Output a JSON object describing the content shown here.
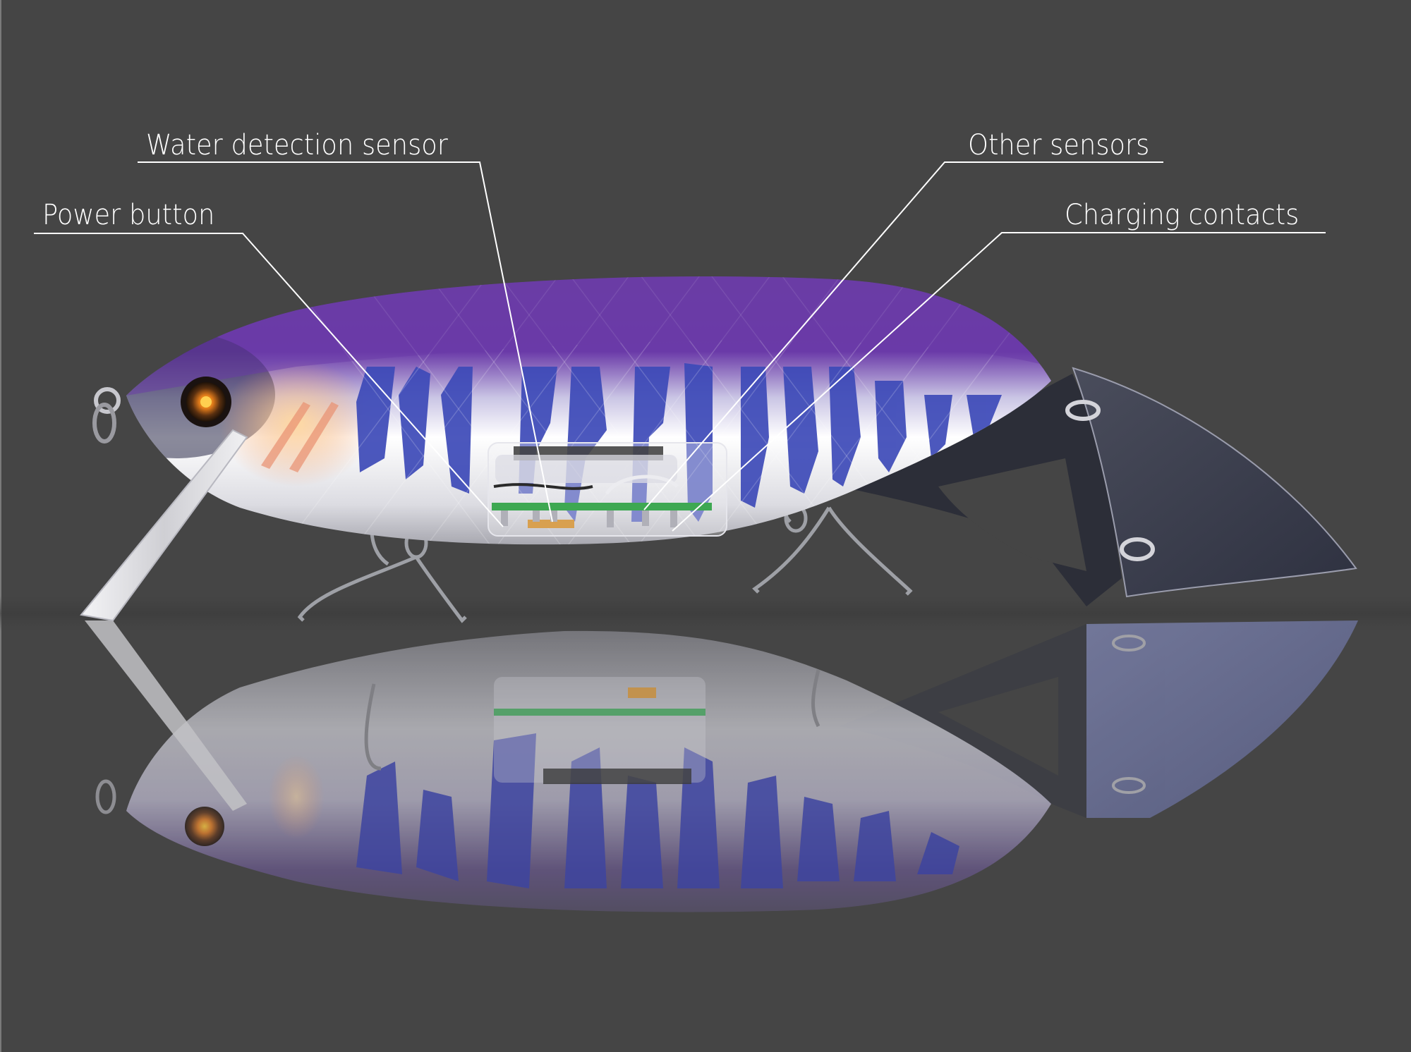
{
  "figure": {
    "subject": "Smart fishing lure cutaway render",
    "background_color": "#454545",
    "callouts": [
      {
        "id": "water-detection-sensor",
        "label": "Water detection sensor",
        "side": "left"
      },
      {
        "id": "power-button",
        "label": "Power button",
        "side": "left"
      },
      {
        "id": "other-sensors",
        "label": "Other sensors",
        "side": "right"
      },
      {
        "id": "charging-contacts",
        "label": "Charging contacts",
        "side": "right"
      }
    ],
    "colors": {
      "body_top": "#6a3fa0",
      "stripe_blue": "#3b4fb8",
      "belly_white": "#f4f4f8",
      "gill_orange": "#f0a070",
      "eye_amber": "#e08020",
      "lip_clear": "#d8d8dc",
      "tail_fin": "#3a3d4a",
      "reflection_fin": "#6a7090",
      "pcb_green": "#3aa050",
      "battery_dark": "#3a3a3a",
      "contact_gold": "#d8a050"
    }
  }
}
